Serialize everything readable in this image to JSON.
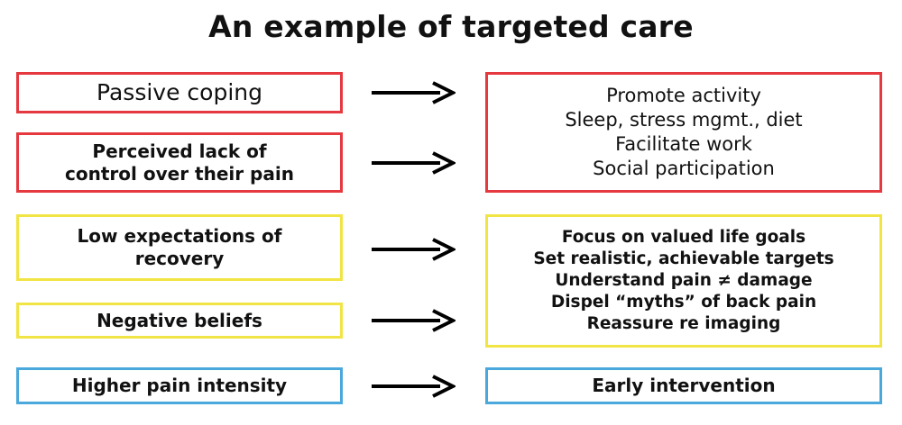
{
  "title": "An example of targeted care",
  "colors": {
    "red": "#e5393f",
    "yellow": "#f1e445",
    "blue": "#4aa8dc",
    "arrow": "#000000"
  },
  "left_boxes": [
    {
      "lines": [
        "Passive coping"
      ],
      "color": "red"
    },
    {
      "lines": [
        "Perceived lack of",
        "control over their pain"
      ],
      "color": "red"
    },
    {
      "lines": [
        "Low expectations of",
        "recovery"
      ],
      "color": "yellow"
    },
    {
      "lines": [
        "Negative beliefs"
      ],
      "color": "yellow"
    },
    {
      "lines": [
        "Higher pain intensity"
      ],
      "color": "blue"
    }
  ],
  "right_boxes": [
    {
      "lines": [
        "Promote activity",
        "Sleep, stress mgmt., diet",
        "Facilitate work",
        "Social participation"
      ],
      "color": "red"
    },
    {
      "lines": [
        "Focus on valued life goals",
        "Set realistic, achievable targets",
        "Understand pain ≠ damage",
        "Dispel “myths” of back pain",
        "Reassure re imaging"
      ],
      "color": "yellow"
    },
    {
      "lines": [
        "Early intervention"
      ],
      "color": "blue"
    }
  ],
  "arrows": [
    {
      "from": "Passive coping",
      "to": "right_boxes.0"
    },
    {
      "from": "Perceived lack of control over their pain",
      "to": "right_boxes.0"
    },
    {
      "from": "Low expectations of recovery",
      "to": "right_boxes.1"
    },
    {
      "from": "Negative beliefs",
      "to": "right_boxes.1"
    },
    {
      "from": "Higher pain intensity",
      "to": "right_boxes.2"
    }
  ]
}
